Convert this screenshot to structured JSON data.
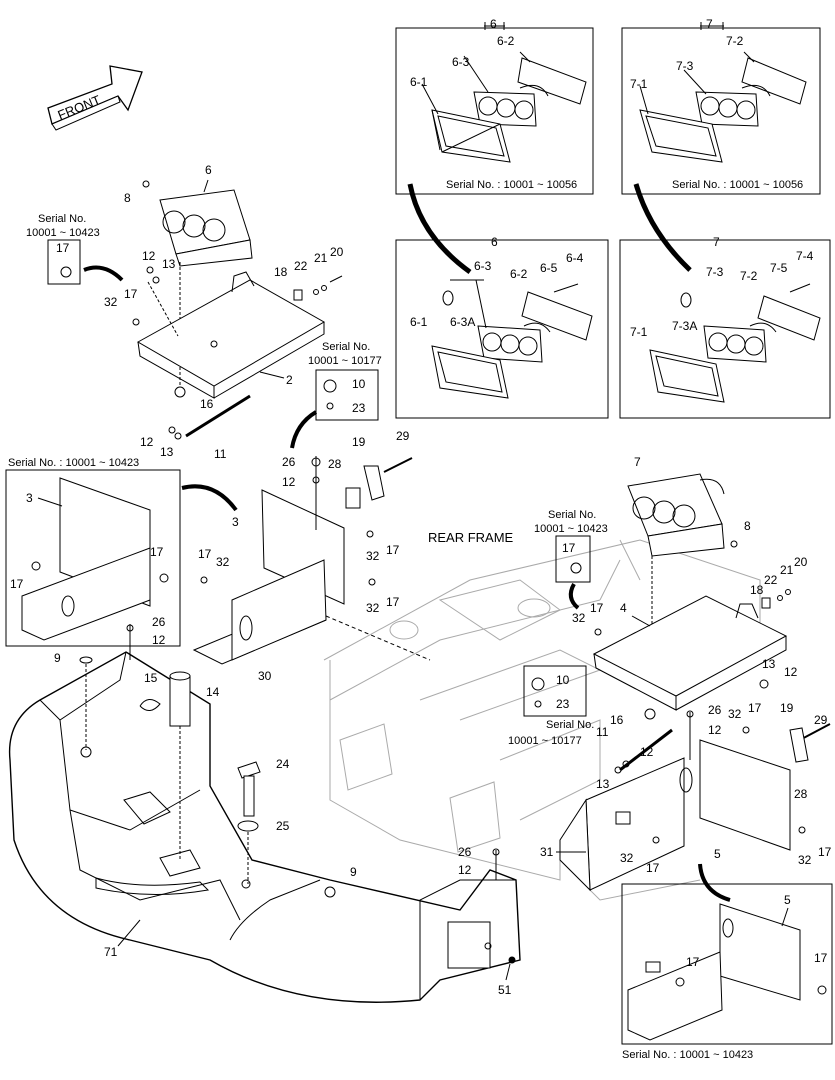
{
  "direction_arrow": "FRONT",
  "frame_label": "REAR FRAME",
  "serial_notes": {
    "lamp_a_top": "Serial No. : 10001 ~ 10056",
    "lamp_b_top": "Serial No. : 10001 ~ 10056",
    "left_panel": "Serial No. : 10001 ~ 10423",
    "bottom_right_panel": "Serial No. : 10001 ~ 10423",
    "left_bolt_line1": "Serial No.",
    "left_bolt_line2": "10001 ~ 10423",
    "center_bulb_line1": "Serial No.",
    "center_bulb_line2": "10001 ~ 10177",
    "right_bolt_line1": "Serial No.",
    "right_bolt_line2": "10001 ~ 10423",
    "right_bulb_line1": "Serial No.",
    "right_bulb_line2": "10001 ~ 10177"
  },
  "box_headers": {
    "box6_top": "6",
    "box7_top": "7",
    "box6_bottom": "6",
    "box7_bottom": "7"
  },
  "callouts": {
    "c6_2": "6-2",
    "c6_3": "6-3",
    "c6_1": "6-1",
    "c7_2": "7-2",
    "c7_3": "7-3",
    "c7_1": "7-1",
    "d6_3": "6-3",
    "d6_5": "6-5",
    "d6_4": "6-4",
    "d6_2": "6-2",
    "d6_3a": "6-3A",
    "d6_1": "6-1",
    "d7_3": "7-3",
    "d7_5": "7-5",
    "d7_4": "7-4",
    "d7_2": "7-2",
    "d7_3a": "7-3A",
    "d7_1": "7-1",
    "p6": "6",
    "p8": "8",
    "p17a": "17",
    "p12a": "12",
    "p13a": "13",
    "p17b": "17",
    "p32a": "32",
    "p18": "18",
    "p22": "22",
    "p21": "21",
    "p20": "20",
    "p2": "2",
    "p16": "16",
    "p10": "10",
    "p23": "23",
    "p12b": "12",
    "p13b": "13",
    "p11": "11",
    "p3a": "3",
    "p17c": "17",
    "p17d": "17",
    "p26": "26",
    "p28": "28",
    "p19": "19",
    "p29": "29",
    "p12c": "12",
    "p3b": "3",
    "p32b": "32",
    "p17e": "17",
    "p32c": "32",
    "p17f": "17",
    "p17g": "17",
    "p32d": "32",
    "p30": "30",
    "p26b": "26",
    "p12d": "12",
    "p9a": "9",
    "p15": "15",
    "p14": "14",
    "p24": "24",
    "p25": "25",
    "p9b": "9",
    "p26c": "26",
    "p12e": "12",
    "p71": "71",
    "p51": "51",
    "p7": "7",
    "p8b": "8",
    "p17h": "17",
    "p21b": "21",
    "p20b": "20",
    "p22b": "22",
    "p18b": "18",
    "p17i": "17",
    "p32e": "32",
    "p4": "4",
    "p13c": "13",
    "p12f": "12",
    "p10b": "10",
    "p23b": "23",
    "p29b": "29",
    "p19b": "19",
    "p26d": "26",
    "p16b": "16",
    "p11b": "11",
    "p12g": "12",
    "p32f": "32",
    "p17j": "17",
    "p12h": "12",
    "p13d": "13",
    "p28b": "28",
    "p31": "31",
    "p32g": "32",
    "p17k": "17",
    "p5": "5",
    "p32h": "32",
    "p17l": "17",
    "p5b": "5",
    "p17m": "17",
    "p17n": "17"
  }
}
